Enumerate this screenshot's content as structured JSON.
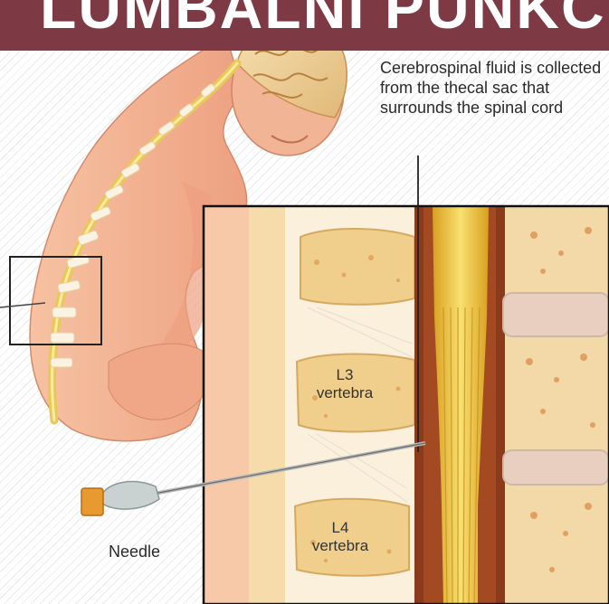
{
  "title": "LUMBÁLNÍ PUNKCE",
  "caption": "Cerebrospinal fluid is collected from the thecal sac that surrounds the spinal cord",
  "labels": {
    "l3_line1": "L3",
    "l3_line2": "vertebra",
    "l4_line1": "L4",
    "l4_line2": "vertebra",
    "needle": "Needle"
  },
  "colors": {
    "banner": "#7d3a45",
    "skin": "#f2b090",
    "spinal_cord": "#f0d040",
    "bone": "#f3d9a8",
    "thecal_sac": "#8b3a1c"
  }
}
